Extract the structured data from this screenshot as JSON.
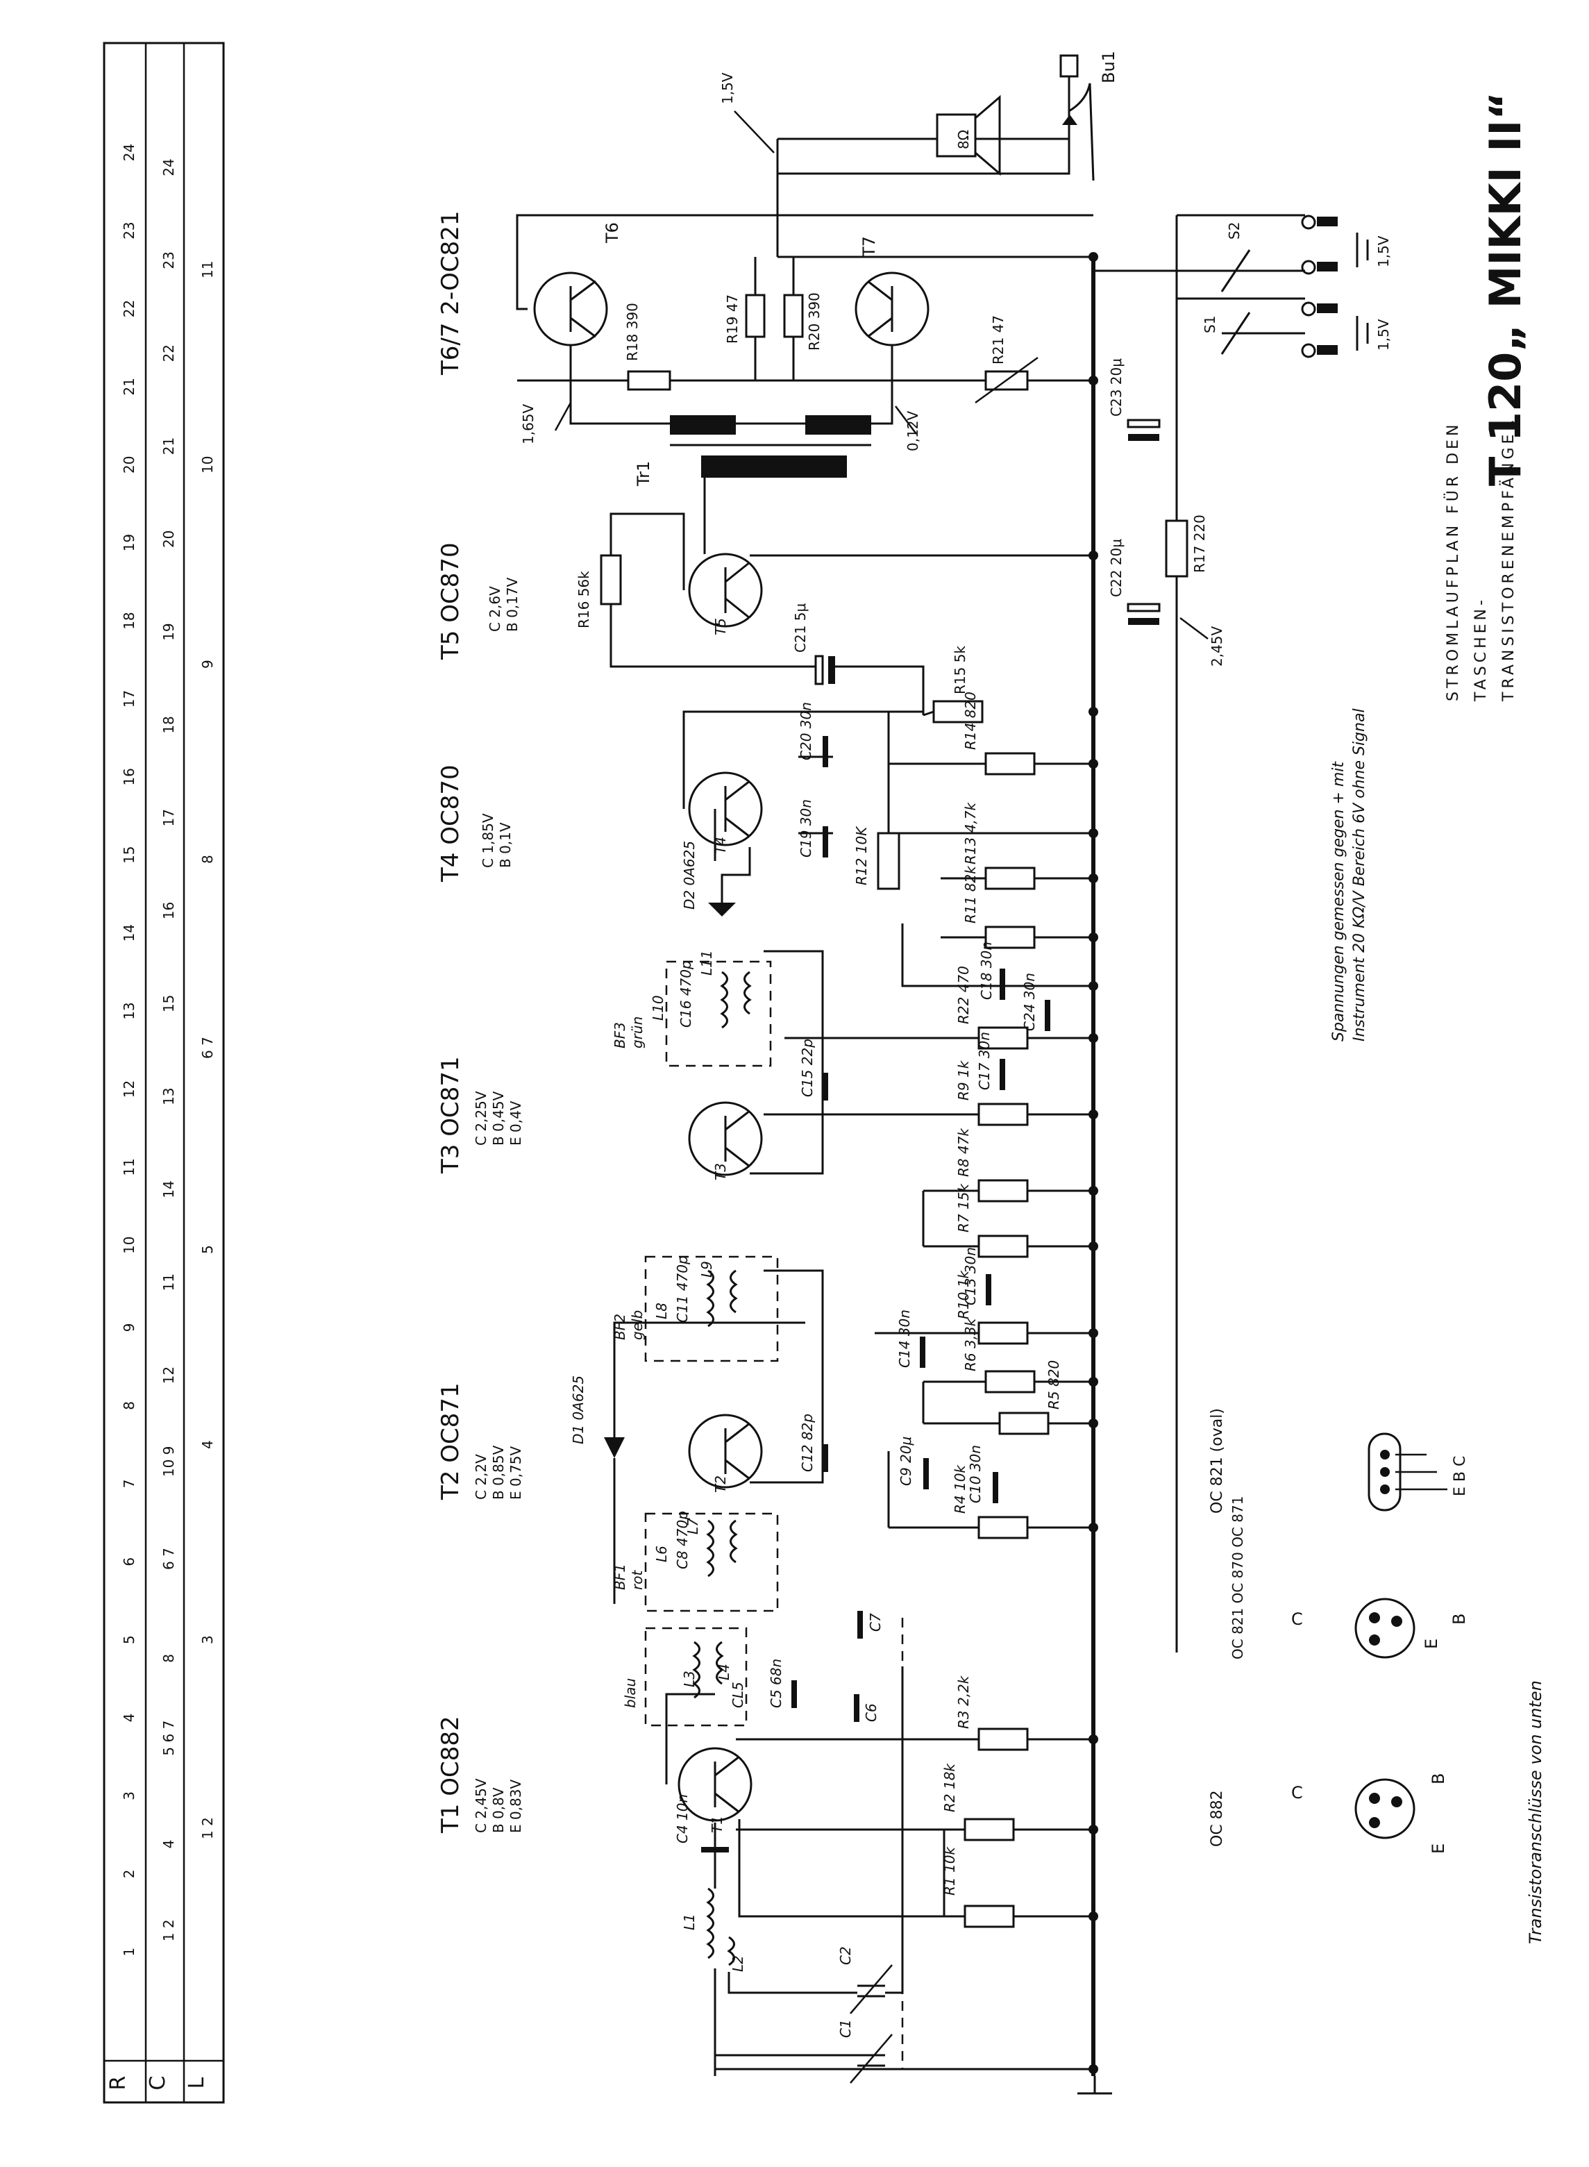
{
  "title": {
    "model": "T 120„ MIKKI II“",
    "line1": "STROMLAUFPLAN FÜR DEN",
    "line2": "TASCHEN-",
    "line3": "TRANSISTORENEMPFÄNGER"
  },
  "notes": {
    "meas1": "Spannungen gemessen gegen + mit",
    "meas2": "Instrument 20 KΩ/V Bereich 6V ohne Signal",
    "pins": "Transistoranschlüsse von unten",
    "oval": "OC 821 (oval)",
    "group": "OC 821 OC 870 OC 871",
    "oc882": "OC 882"
  },
  "table": {
    "rows": [
      "R",
      "C",
      "L"
    ],
    "r_marks": [
      "1",
      "2",
      "3",
      "4",
      "5",
      "6",
      "7",
      "8",
      "9",
      "10",
      "11",
      "12",
      "13",
      "14",
      "15",
      "16",
      "17",
      "18",
      "19",
      "20",
      "21",
      "22",
      "23",
      "24"
    ],
    "c_marks": [
      "1 2",
      "4",
      "5 6 7",
      "8",
      "6 7",
      "10 9",
      "12",
      "11",
      "14",
      "13",
      "15",
      "16",
      "17",
      "18",
      "19",
      "20",
      "21",
      "22",
      "23",
      "24"
    ],
    "l_marks": [
      "1 2",
      "3",
      "4",
      "5",
      "6 7",
      "8",
      "9",
      "10",
      "11"
    ]
  },
  "stages": {
    "t1": {
      "name": "T1 OC882",
      "v1": "C 2,45V",
      "v2": "B 0,8V",
      "v3": "E 0,83V"
    },
    "t2": {
      "name": "T2 OC871",
      "v1": "C 2,2V",
      "v2": "B 0,85V",
      "v3": "E 0,75V"
    },
    "t3": {
      "name": "T3 OC871",
      "v1": "C 2,25V",
      "v2": "B 0,45V",
      "v3": "E 0,4V"
    },
    "t4": {
      "name": "T4 OC870",
      "v1": "C 1,85V",
      "v2": "B 0,1V"
    },
    "t5": {
      "name": "T5 OC870",
      "v1": "C 2,6V",
      "v2": "B 0,17V"
    },
    "t67": {
      "name": "T6/7 2-OC821"
    }
  },
  "labels": {
    "T1": "T1",
    "T2": "T2",
    "T3": "T3",
    "T4": "T4",
    "T5": "T5",
    "T6": "T6",
    "T7": "T7",
    "R1": "R1 10k",
    "R2": "R2 18k",
    "R3": "R3 2,2k",
    "R4": "R4 10k",
    "R5": "R5 820",
    "R6": "R6 3,3k",
    "R7": "R7 15k",
    "R8": "R8 47k",
    "R9": "R9 1k",
    "R10": "R10 1k",
    "R11": "R11 82k",
    "R12": "R12 10K",
    "R13": "R13 4,7k",
    "R14": "R14 820",
    "R15": "R15 5k",
    "R16": "R16 56k",
    "R17": "R17 220",
    "R18": "R18 390",
    "R19": "R19 47",
    "R20": "R20 390",
    "R21": "R21 47",
    "R22": "R22 470",
    "C1": "C1",
    "C2": "C2",
    "C4": "C4 10n",
    "C5": "C5 68n",
    "C6": "C6",
    "C7": "C7",
    "C8": "C8 470p",
    "C9": "C9 20μ",
    "C10": "C10 30n",
    "C11": "C11 470p",
    "C12": "C12 82p",
    "C13": "C13 30n",
    "C14": "C14 30n",
    "C15": "C15 22p",
    "C16": "C16 470p",
    "C17": "C17 30n",
    "C18": "C18 30n",
    "C19": "C19 30n",
    "C20": "C20 30n",
    "C21": "C21 5μ",
    "C22": "C22 20μ",
    "C23": "C23 20μ",
    "C24": "C24 30n",
    "CL5": "CL5",
    "D1": "D1 0A625",
    "D2": "D2 0A625",
    "BF1": "BF1",
    "BF1c": "rot",
    "BF2": "BF2",
    "BF2c": "gelb",
    "BF3": "BF3",
    "BF3c": "grün",
    "blau": "blau",
    "L1": "L1",
    "L2": "L2",
    "L3": "L3",
    "L4": "L4",
    "L6": "L6",
    "L7": "L7",
    "L8": "L8",
    "L9": "L9",
    "L10": "L10",
    "L11": "L11",
    "Tr1": "Tr1",
    "S1": "S1",
    "S2": "S2",
    "Bu1": "Bu1",
    "spk": "8Ω",
    "v15": "1,5V",
    "v165": "1,65V",
    "v012": "0,12V",
    "v245": "2,45V",
    "bat1": "1,5V",
    "bat2": "1,5V",
    "pinC": "C",
    "pinE": "E",
    "pinB": "B",
    "ebc": "E B C"
  }
}
